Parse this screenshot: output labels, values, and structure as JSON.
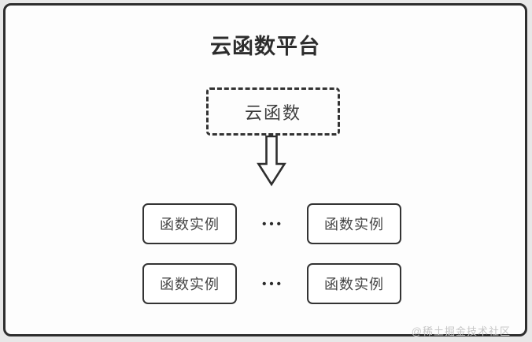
{
  "diagram": {
    "title": "云函数平台",
    "cloud_function_label": "云函数",
    "instances": [
      {
        "label": "函数实例"
      },
      {
        "label": "函数实例"
      },
      {
        "label": "函数实例"
      },
      {
        "label": "函数实例"
      }
    ],
    "ellipsis": "•••",
    "watermark": "@稀土掘金技术社区",
    "colors": {
      "frame_border": "#2e2e2e",
      "node_border": "#333333",
      "title_text": "#2d2d2d",
      "node_text": "#454545",
      "background_outer": "#e8e8e8",
      "background_inner": "#fdfdfd",
      "watermark_text": "#c6c6c6"
    }
  }
}
